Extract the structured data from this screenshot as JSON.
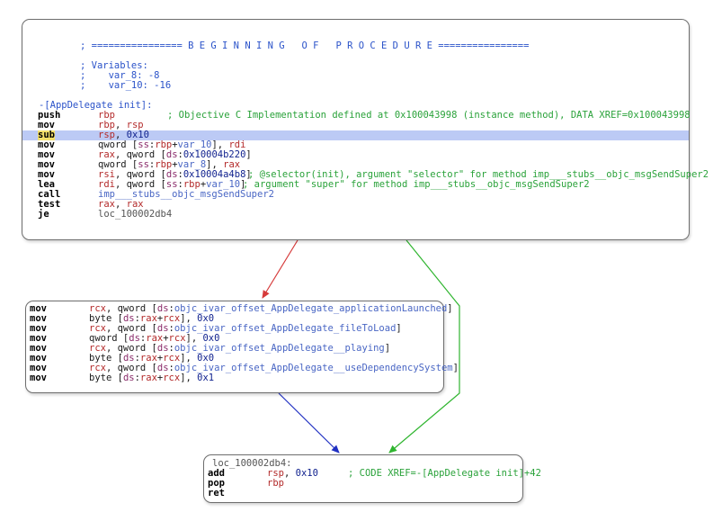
{
  "block_main": {
    "header": [
      "; ================ B E G I N N I N G   O F   P R O C E D U R E ================",
      "",
      "; Variables:",
      ";    var_8: -8",
      ";    var_10: -16"
    ],
    "label": "-[AppDelegate init]:",
    "instructions": [
      {
        "mnemonic": "push",
        "operands": [
          {
            "t": "rbp",
            "c": "reg"
          }
        ],
        "comment": "; Objective C Implementation defined at 0x100043998 (instance method), DATA XREF=0x100043998"
      },
      {
        "mnemonic": "mov",
        "operands": [
          {
            "t": "rbp",
            "c": "reg"
          },
          {
            "t": ", ",
            "c": "txt"
          },
          {
            "t": "rsp",
            "c": "reg"
          }
        ],
        "comment": ""
      },
      {
        "mnemonic": "sub",
        "operands": [
          {
            "t": "rsp",
            "c": "reg"
          },
          {
            "t": ", ",
            "c": "txt"
          },
          {
            "t": "0x10",
            "c": "num"
          }
        ],
        "comment": ""
      },
      {
        "mnemonic": "mov",
        "operands": [
          {
            "t": "qword [",
            "c": "txt"
          },
          {
            "t": "ss",
            "c": "seg"
          },
          {
            "t": ":",
            "c": "txt"
          },
          {
            "t": "rbp",
            "c": "reg"
          },
          {
            "t": "+",
            "c": "txt"
          },
          {
            "t": "var_10",
            "c": "sym"
          },
          {
            "t": "], ",
            "c": "txt"
          },
          {
            "t": "rdi",
            "c": "reg"
          }
        ],
        "comment": ""
      },
      {
        "mnemonic": "mov",
        "operands": [
          {
            "t": "rax",
            "c": "reg"
          },
          {
            "t": ", qword [",
            "c": "txt"
          },
          {
            "t": "ds",
            "c": "seg"
          },
          {
            "t": ":",
            "c": "txt"
          },
          {
            "t": "0x10004b220",
            "c": "num"
          },
          {
            "t": "]",
            "c": "txt"
          }
        ],
        "comment": ""
      },
      {
        "mnemonic": "mov",
        "operands": [
          {
            "t": "qword [",
            "c": "txt"
          },
          {
            "t": "ss",
            "c": "seg"
          },
          {
            "t": ":",
            "c": "txt"
          },
          {
            "t": "rbp",
            "c": "reg"
          },
          {
            "t": "+",
            "c": "txt"
          },
          {
            "t": "var_8",
            "c": "sym"
          },
          {
            "t": "], ",
            "c": "txt"
          },
          {
            "t": "rax",
            "c": "reg"
          }
        ],
        "comment": ""
      },
      {
        "mnemonic": "mov",
        "operands": [
          {
            "t": "rsi",
            "c": "reg"
          },
          {
            "t": ", qword [",
            "c": "txt"
          },
          {
            "t": "ds",
            "c": "seg"
          },
          {
            "t": ":",
            "c": "txt"
          },
          {
            "t": "0x10004a4b8",
            "c": "num"
          },
          {
            "t": "]",
            "c": "txt"
          }
        ],
        "comment": "; @selector(init), argument \"selector\" for method imp___stubs__objc_msgSendSuper2"
      },
      {
        "mnemonic": "lea",
        "operands": [
          {
            "t": "rdi",
            "c": "reg"
          },
          {
            "t": ", qword [",
            "c": "txt"
          },
          {
            "t": "ss",
            "c": "seg"
          },
          {
            "t": ":",
            "c": "txt"
          },
          {
            "t": "rbp",
            "c": "reg"
          },
          {
            "t": "+",
            "c": "txt"
          },
          {
            "t": "var_10",
            "c": "sym"
          },
          {
            "t": "]",
            "c": "txt"
          }
        ],
        "comment": "; argument \"super\" for method imp___stubs__objc_msgSendSuper2"
      },
      {
        "mnemonic": "call",
        "operands": [
          {
            "t": "imp___stubs__objc_msgSendSuper2",
            "c": "sym"
          }
        ],
        "comment": ""
      },
      {
        "mnemonic": "test",
        "operands": [
          {
            "t": "rax",
            "c": "reg"
          },
          {
            "t": ", ",
            "c": "txt"
          },
          {
            "t": "rax",
            "c": "reg"
          }
        ],
        "comment": ""
      },
      {
        "mnemonic": "je",
        "operands": [
          {
            "t": "loc_100002db4",
            "c": "loclbl"
          }
        ],
        "comment": ""
      }
    ]
  },
  "block_mid": {
    "instructions": [
      {
        "mnemonic": "mov",
        "operands": [
          {
            "t": "rcx",
            "c": "reg"
          },
          {
            "t": ", qword [",
            "c": "txt"
          },
          {
            "t": "ds",
            "c": "seg"
          },
          {
            "t": ":",
            "c": "txt"
          },
          {
            "t": "objc_ivar_offset_AppDelegate_applicationLaunched",
            "c": "sym"
          },
          {
            "t": "]",
            "c": "txt"
          }
        ],
        "comment": ""
      },
      {
        "mnemonic": "mov",
        "operands": [
          {
            "t": "byte [",
            "c": "txt"
          },
          {
            "t": "ds",
            "c": "seg"
          },
          {
            "t": ":",
            "c": "txt"
          },
          {
            "t": "rax",
            "c": "reg"
          },
          {
            "t": "+",
            "c": "txt"
          },
          {
            "t": "rcx",
            "c": "reg"
          },
          {
            "t": "], ",
            "c": "txt"
          },
          {
            "t": "0x0",
            "c": "num"
          }
        ],
        "comment": ""
      },
      {
        "mnemonic": "mov",
        "operands": [
          {
            "t": "rcx",
            "c": "reg"
          },
          {
            "t": ", qword [",
            "c": "txt"
          },
          {
            "t": "ds",
            "c": "seg"
          },
          {
            "t": ":",
            "c": "txt"
          },
          {
            "t": "objc_ivar_offset_AppDelegate_fileToLoad",
            "c": "sym"
          },
          {
            "t": "]",
            "c": "txt"
          }
        ],
        "comment": ""
      },
      {
        "mnemonic": "mov",
        "operands": [
          {
            "t": "qword [",
            "c": "txt"
          },
          {
            "t": "ds",
            "c": "seg"
          },
          {
            "t": ":",
            "c": "txt"
          },
          {
            "t": "rax",
            "c": "reg"
          },
          {
            "t": "+",
            "c": "txt"
          },
          {
            "t": "rcx",
            "c": "reg"
          },
          {
            "t": "], ",
            "c": "txt"
          },
          {
            "t": "0x0",
            "c": "num"
          }
        ],
        "comment": ""
      },
      {
        "mnemonic": "mov",
        "operands": [
          {
            "t": "rcx",
            "c": "reg"
          },
          {
            "t": ", qword [",
            "c": "txt"
          },
          {
            "t": "ds",
            "c": "seg"
          },
          {
            "t": ":",
            "c": "txt"
          },
          {
            "t": "objc_ivar_offset_AppDelegate__playing",
            "c": "sym"
          },
          {
            "t": "]",
            "c": "txt"
          }
        ],
        "comment": ""
      },
      {
        "mnemonic": "mov",
        "operands": [
          {
            "t": "byte [",
            "c": "txt"
          },
          {
            "t": "ds",
            "c": "seg"
          },
          {
            "t": ":",
            "c": "txt"
          },
          {
            "t": "rax",
            "c": "reg"
          },
          {
            "t": "+",
            "c": "txt"
          },
          {
            "t": "rcx",
            "c": "reg"
          },
          {
            "t": "], ",
            "c": "txt"
          },
          {
            "t": "0x0",
            "c": "num"
          }
        ],
        "comment": ""
      },
      {
        "mnemonic": "mov",
        "operands": [
          {
            "t": "rcx",
            "c": "reg"
          },
          {
            "t": ", qword [",
            "c": "txt"
          },
          {
            "t": "ds",
            "c": "seg"
          },
          {
            "t": ":",
            "c": "txt"
          },
          {
            "t": "objc_ivar_offset_AppDelegate__useDependencySystem",
            "c": "sym"
          },
          {
            "t": "]",
            "c": "txt"
          }
        ],
        "comment": ""
      },
      {
        "mnemonic": "mov",
        "operands": [
          {
            "t": "byte [",
            "c": "txt"
          },
          {
            "t": "ds",
            "c": "seg"
          },
          {
            "t": ":",
            "c": "txt"
          },
          {
            "t": "rax",
            "c": "reg"
          },
          {
            "t": "+",
            "c": "txt"
          },
          {
            "t": "rcx",
            "c": "reg"
          },
          {
            "t": "], ",
            "c": "txt"
          },
          {
            "t": "0x1",
            "c": "num"
          }
        ],
        "comment": ""
      }
    ]
  },
  "block_end": {
    "label": "loc_100002db4:",
    "instructions": [
      {
        "mnemonic": "add",
        "operands": [
          {
            "t": "rsp",
            "c": "reg"
          },
          {
            "t": ", ",
            "c": "txt"
          },
          {
            "t": "0x10",
            "c": "num"
          }
        ],
        "comment": "; CODE XREF=-[AppDelegate init]+42"
      },
      {
        "mnemonic": "pop",
        "operands": [
          {
            "t": "rbp",
            "c": "reg"
          }
        ],
        "comment": ""
      },
      {
        "mnemonic": "ret",
        "operands": [],
        "comment": ""
      }
    ]
  },
  "colors": {
    "edge_taken": "#2fb52f",
    "edge_not_taken": "#d63a3a",
    "edge_flow": "#1f2fc2",
    "highlight_row": "#bccaf5",
    "cursor_mnemonic": "#f4e06b"
  }
}
